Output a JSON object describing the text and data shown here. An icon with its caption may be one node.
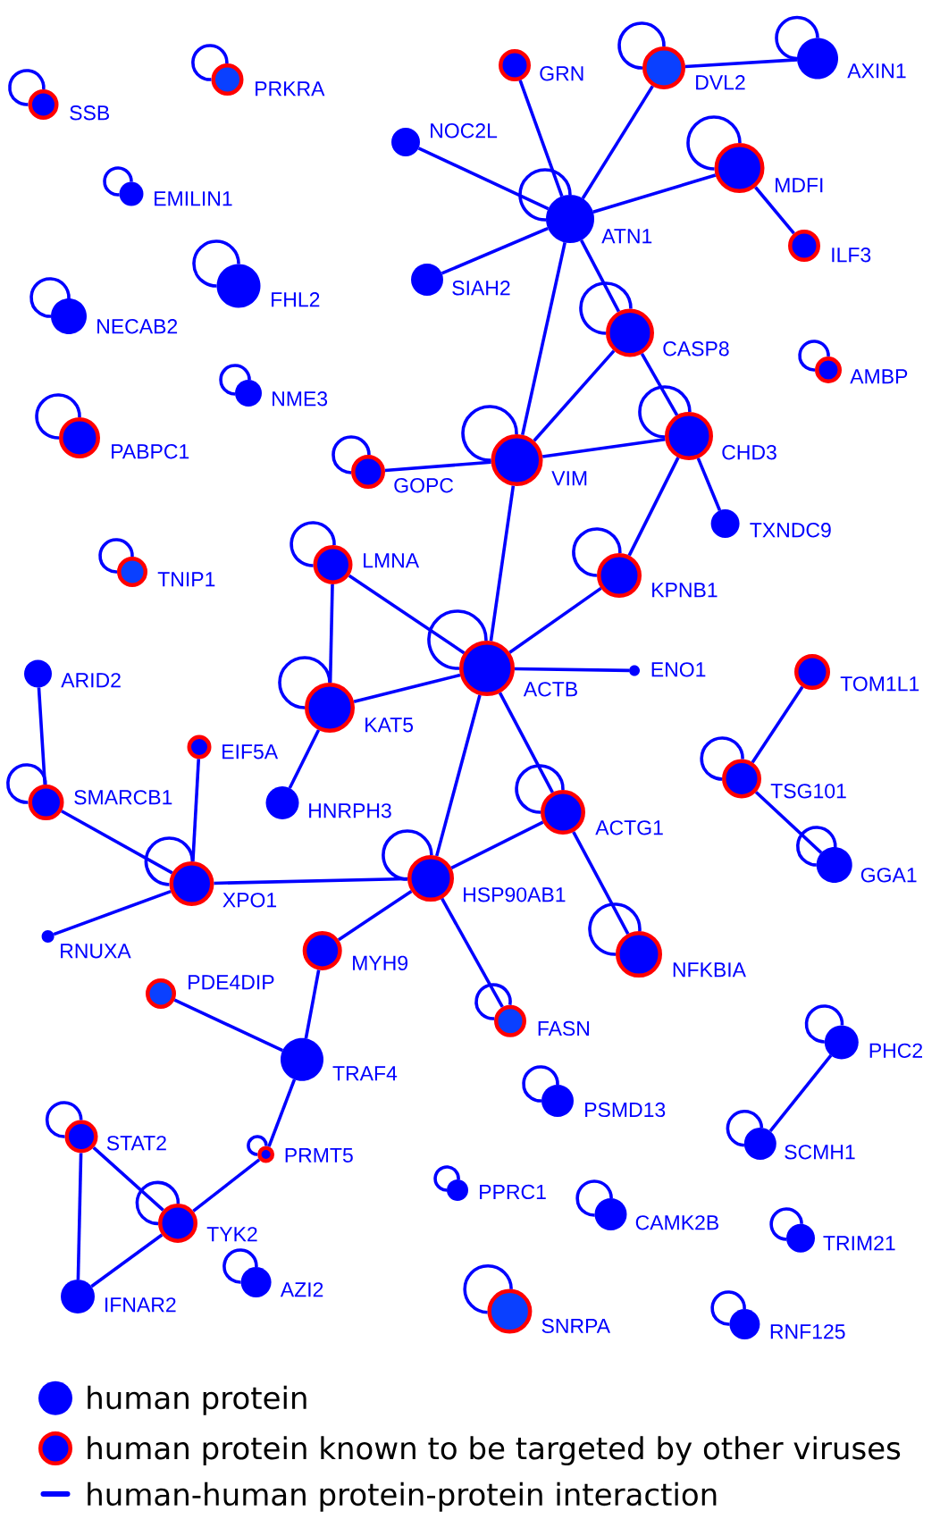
{
  "diagram": {
    "nodes": [
      {
        "text": [
          "SSB"
        ]
      },
      {
        "text": [
          "PRKRA"
        ]
      },
      {
        "text": [
          "GRN"
        ]
      },
      {
        "text": [
          "DVL2"
        ]
      },
      {
        "text": [
          "AXIN1"
        ]
      },
      {
        "text": [
          "NOC2L"
        ]
      },
      {
        "text": [
          "MDFI"
        ]
      },
      {
        "text": [
          "EMILIN1"
        ]
      },
      {
        "text": [
          "ATN1"
        ]
      },
      {
        "text": [
          "ILF3"
        ]
      },
      {
        "text": [
          "FHL2"
        ]
      },
      {
        "text": [
          "SIAH2"
        ]
      },
      {
        "text": [
          "NECAB2"
        ]
      },
      {
        "text": [
          "CASP8"
        ]
      },
      {
        "text": [
          "AMBP"
        ]
      },
      {
        "text": [
          "NME3"
        ]
      },
      {
        "text": [
          "PABPC1"
        ]
      },
      {
        "text": [
          "GOPC"
        ]
      },
      {
        "text": [
          "VIM"
        ]
      },
      {
        "text": [
          "CHD3"
        ]
      },
      {
        "text": [
          "TXNDC9"
        ]
      },
      {
        "text": [
          "TNIP1"
        ]
      },
      {
        "text": [
          "LMNA"
        ]
      },
      {
        "text": [
          "KPNB1"
        ]
      },
      {
        "text": [
          "ARID2"
        ]
      },
      {
        "text": [
          "ACTB"
        ]
      },
      {
        "text": [
          "ENO1"
        ]
      },
      {
        "text": [
          "TOM1L1"
        ]
      },
      {
        "text": [
          "KAT5"
        ]
      },
      {
        "text": [
          "EIF5A"
        ]
      },
      {
        "text": [
          "TSG101"
        ]
      },
      {
        "text": [
          "SMARCB1"
        ]
      },
      {
        "text": [
          "HNRPH3"
        ]
      },
      {
        "text": [
          "ACTG1"
        ]
      },
      {
        "text": [
          "GGA1"
        ]
      },
      {
        "text": [
          "XPO1"
        ]
      },
      {
        "text": [
          "HSP90AB1"
        ]
      },
      {
        "text": [
          "RNUXA"
        ]
      },
      {
        "text": [
          "MYH9"
        ]
      },
      {
        "text": [
          "NFKBIA"
        ]
      },
      {
        "text": [
          "PDE4DIP"
        ]
      },
      {
        "text": [
          "FASN"
        ]
      },
      {
        "text": [
          "PHC2"
        ]
      },
      {
        "text": [
          "TRAF4"
        ]
      },
      {
        "text": [
          "PSMD13"
        ]
      },
      {
        "text": [
          "STAT2"
        ]
      },
      {
        "text": [
          "SCMH1"
        ]
      },
      {
        "text": [
          "PRMT5"
        ]
      },
      {
        "text": [
          "PPRC1"
        ]
      },
      {
        "text": [
          "CAMK2B"
        ]
      },
      {
        "text": [
          "TYK2"
        ]
      },
      {
        "text": [
          "TRIM21"
        ]
      },
      {
        "text": [
          "AZI2"
        ]
      },
      {
        "text": [
          "IFNAR2"
        ]
      },
      {
        "text": [
          "SNRPA"
        ]
      },
      {
        "text": [
          "RNF125"
        ]
      }
    ],
    "edges": [
      {
        "from": 2,
        "to": 8,
        "arrow": "none"
      },
      {
        "from": 3,
        "to": 8,
        "arrow": "none"
      },
      {
        "from": 3,
        "to": 4,
        "arrow": "none"
      },
      {
        "from": 5,
        "to": 8,
        "arrow": "none"
      },
      {
        "from": 6,
        "to": 8,
        "arrow": "none"
      },
      {
        "from": 6,
        "to": 9,
        "arrow": "none"
      },
      {
        "from": 11,
        "to": 8,
        "arrow": "none"
      },
      {
        "from": 8,
        "to": 18,
        "arrow": "none"
      },
      {
        "from": 8,
        "to": 13,
        "arrow": "none"
      },
      {
        "from": 13,
        "to": 18,
        "arrow": "none"
      },
      {
        "from": 13,
        "to": 19,
        "arrow": "none"
      },
      {
        "from": 19,
        "to": 18,
        "arrow": "none"
      },
      {
        "from": 19,
        "to": 20,
        "arrow": "none"
      },
      {
        "from": 19,
        "to": 23,
        "arrow": "none"
      },
      {
        "from": 17,
        "to": 18,
        "arrow": "none"
      },
      {
        "from": 18,
        "to": 25,
        "arrow": "none"
      },
      {
        "from": 23,
        "to": 25,
        "arrow": "none"
      },
      {
        "from": 22,
        "to": 25,
        "arrow": "none"
      },
      {
        "from": 22,
        "to": 28,
        "arrow": "none"
      },
      {
        "from": 28,
        "to": 25,
        "arrow": "none"
      },
      {
        "from": 28,
        "to": 32,
        "arrow": "none"
      },
      {
        "from": 25,
        "to": 26,
        "arrow": "none"
      },
      {
        "from": 25,
        "to": 33,
        "arrow": "none"
      },
      {
        "from": 25,
        "to": 36,
        "arrow": "none"
      },
      {
        "from": 33,
        "to": 36,
        "arrow": "none"
      },
      {
        "from": 33,
        "to": 39,
        "arrow": "none"
      },
      {
        "from": 36,
        "to": 35,
        "arrow": "none"
      },
      {
        "from": 36,
        "to": 41,
        "arrow": "none"
      },
      {
        "from": 36,
        "to": 38,
        "arrow": "none"
      },
      {
        "from": 38,
        "to": 43,
        "arrow": "none"
      },
      {
        "from": 40,
        "to": 43,
        "arrow": "none"
      },
      {
        "from": 43,
        "to": 47,
        "arrow": "none"
      },
      {
        "from": 47,
        "to": 50,
        "arrow": "none"
      },
      {
        "from": 50,
        "to": 45,
        "arrow": "none"
      },
      {
        "from": 50,
        "to": 53,
        "arrow": "none"
      },
      {
        "from": 45,
        "to": 53,
        "arrow": "none"
      },
      {
        "from": 35,
        "to": 29,
        "arrow": "none"
      },
      {
        "from": 35,
        "to": 31,
        "arrow": "none"
      },
      {
        "from": 35,
        "to": 37,
        "arrow": "none"
      },
      {
        "from": 31,
        "to": 24,
        "arrow": "none"
      },
      {
        "from": 27,
        "to": 30,
        "arrow": "none"
      },
      {
        "from": 30,
        "to": 34,
        "arrow": "none"
      },
      {
        "from": 42,
        "to": 46,
        "arrow": "none"
      },
      {
        "from": 0,
        "to": 0,
        "arrow": "none"
      },
      {
        "from": 1,
        "to": 1,
        "arrow": "none"
      },
      {
        "from": 3,
        "to": 3,
        "arrow": "none"
      },
      {
        "from": 4,
        "to": 4,
        "arrow": "none"
      },
      {
        "from": 6,
        "to": 6,
        "arrow": "none"
      },
      {
        "from": 7,
        "to": 7,
        "arrow": "none"
      },
      {
        "from": 8,
        "to": 8,
        "arrow": "none"
      },
      {
        "from": 10,
        "to": 10,
        "arrow": "none"
      },
      {
        "from": 12,
        "to": 12,
        "arrow": "none"
      },
      {
        "from": 13,
        "to": 13,
        "arrow": "none"
      },
      {
        "from": 14,
        "to": 14,
        "arrow": "none"
      },
      {
        "from": 15,
        "to": 15,
        "arrow": "none"
      },
      {
        "from": 16,
        "to": 16,
        "arrow": "none"
      },
      {
        "from": 17,
        "to": 17,
        "arrow": "none"
      },
      {
        "from": 18,
        "to": 18,
        "arrow": "none"
      },
      {
        "from": 19,
        "to": 19,
        "arrow": "none"
      },
      {
        "from": 21,
        "to": 21,
        "arrow": "none"
      },
      {
        "from": 22,
        "to": 22,
        "arrow": "none"
      },
      {
        "from": 23,
        "to": 23,
        "arrow": "none"
      },
      {
        "from": 25,
        "to": 25,
        "arrow": "none"
      },
      {
        "from": 28,
        "to": 28,
        "arrow": "none"
      },
      {
        "from": 30,
        "to": 30,
        "arrow": "none"
      },
      {
        "from": 31,
        "to": 31,
        "arrow": "none"
      },
      {
        "from": 33,
        "to": 33,
        "arrow": "none"
      },
      {
        "from": 34,
        "to": 34,
        "arrow": "none"
      },
      {
        "from": 35,
        "to": 35,
        "arrow": "none"
      },
      {
        "from": 36,
        "to": 36,
        "arrow": "none"
      },
      {
        "from": 39,
        "to": 39,
        "arrow": "none"
      },
      {
        "from": 41,
        "to": 41,
        "arrow": "none"
      },
      {
        "from": 42,
        "to": 42,
        "arrow": "none"
      },
      {
        "from": 44,
        "to": 44,
        "arrow": "none"
      },
      {
        "from": 45,
        "to": 45,
        "arrow": "none"
      },
      {
        "from": 46,
        "to": 46,
        "arrow": "none"
      },
      {
        "from": 47,
        "to": 47,
        "arrow": "none"
      },
      {
        "from": 48,
        "to": 48,
        "arrow": "none"
      },
      {
        "from": 49,
        "to": 49,
        "arrow": "none"
      },
      {
        "from": 50,
        "to": 50,
        "arrow": "none"
      },
      {
        "from": 51,
        "to": 51,
        "arrow": "none"
      },
      {
        "from": 52,
        "to": 52,
        "arrow": "none"
      },
      {
        "from": 54,
        "to": 54,
        "arrow": "none"
      },
      {
        "from": 55,
        "to": 55,
        "arrow": "none"
      }
    ],
    "legend": [
      {
        "text": "human protein",
        "color": "#0000ff"
      },
      {
        "text": "human protein known to be targeted by other viruses"
      },
      {
        "text": "human-human protein-protein interaction"
      }
    ]
  }
}
